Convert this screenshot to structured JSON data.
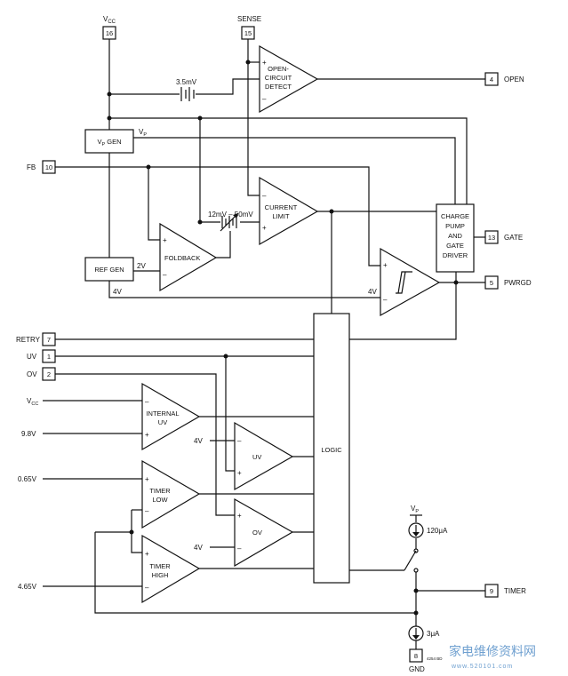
{
  "pins": {
    "vcc": {
      "num": "16",
      "label": "V",
      "sub": "CC"
    },
    "sense": {
      "num": "15",
      "label": "SENSE"
    },
    "open": {
      "num": "4",
      "label": "OPEN"
    },
    "fb": {
      "num": "10",
      "label": "FB"
    },
    "gate": {
      "num": "13",
      "label": "GATE"
    },
    "pwrgd": {
      "num": "5",
      "label": "PWRGD"
    },
    "retry": {
      "num": "7",
      "label": "RETRY"
    },
    "uv": {
      "num": "1",
      "label": "UV"
    },
    "ov": {
      "num": "2",
      "label": "OV"
    },
    "timer": {
      "num": "9",
      "label": "TIMER"
    },
    "gnd": {
      "num": "8",
      "label": "GND"
    }
  },
  "blocks": {
    "open_circuit": [
      "OPEN-",
      "CIRCUIT",
      "DETECT"
    ],
    "vp_gen": {
      "main": "V",
      "sub": "P",
      "rest": " GEN"
    },
    "ref_gen": "REF GEN",
    "foldback": "FOLDBACK",
    "current_limit": [
      "CURRENT",
      "LIMIT"
    ],
    "charge_pump": [
      "CHARGE",
      "PUMP",
      "AND",
      "GATE",
      "DRIVER"
    ],
    "internal_uv": [
      "INTERNAL",
      "UV"
    ],
    "uv_comp": "UV",
    "ov_comp": "OV",
    "timer_low": [
      "TIMER",
      "LOW"
    ],
    "timer_high": [
      "TIMER",
      "HIGH"
    ],
    "logic": "LOGIC"
  },
  "labels": {
    "v35": "3.5mV",
    "vp": "V",
    "vp_sub": "P",
    "range": "12mV – 50mV",
    "v2": "2V",
    "v4a": "4V",
    "v4b": "4V",
    "vcc_in": "V",
    "vcc_in_sub": "CC",
    "v98": "9.8V",
    "v4c": "4V",
    "v065": "0.65V",
    "v4d": "4V",
    "v465": "4.65V",
    "i120": "120μA",
    "vp2": "V",
    "vp2_sub": "P",
    "i3": "3μA",
    "partcode": "4254 BD"
  },
  "watermark": {
    "chars": "家电维修资料网",
    "url": "www.520101.com"
  }
}
